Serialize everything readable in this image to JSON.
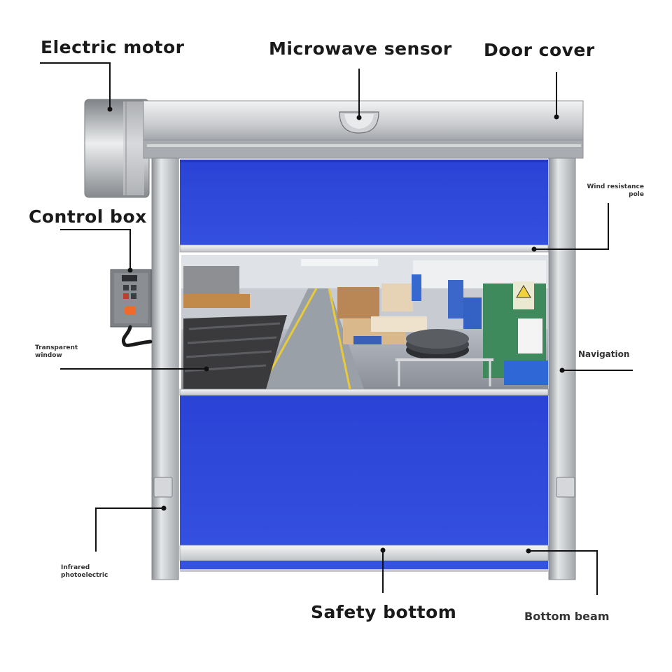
{
  "labels": {
    "electric_motor": "Electric motor",
    "microwave_sensor": "Microwave sensor",
    "door_cover": "Door cover",
    "control_box": "Control box",
    "wind_resistance_pole": "Wind resistance pole",
    "transparent_window": "Transparent window",
    "navigation": "Navigation",
    "infrared_photoelectric": "Infrared photoelectric",
    "safety_bottom": "Safety bottom",
    "bottom_beam": "Bottom beam"
  },
  "colors": {
    "curtain": "#2d45d8",
    "frame": "#b9bcc0",
    "leader_line": "#111111",
    "control_button": "#f06a2a"
  }
}
